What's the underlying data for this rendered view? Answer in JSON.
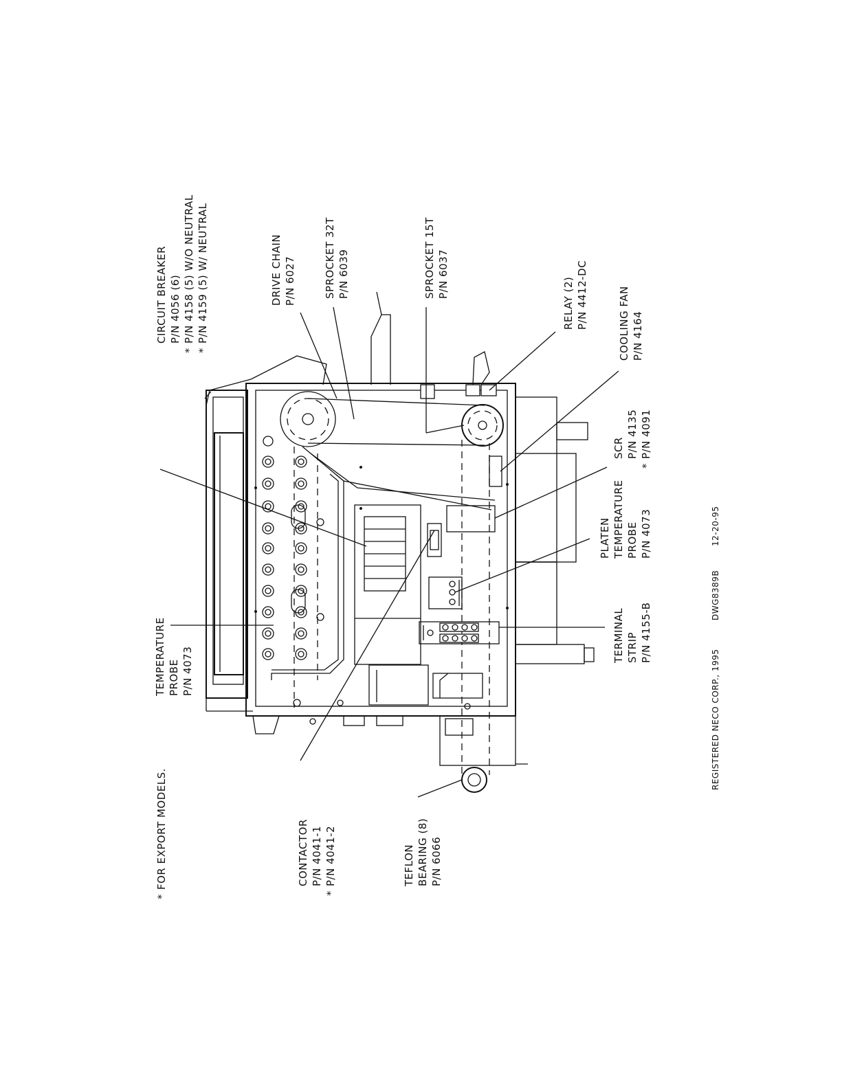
{
  "labels": {
    "circuit_breaker": [
      "CIRCUIT BREAKER",
      "P/N 4056 (6)",
      "P/N 4158 (5) W/O NEUTRAL",
      "P/N 4159 (5) W/ NEUTRAL"
    ],
    "drive_chain": [
      "DRIVE CHAIN",
      "P/N 6027"
    ],
    "sprocket_32t": [
      "SPROCKET 32T",
      "P/N 6039"
    ],
    "sprocket_15t": [
      "SPROCKET 15T",
      "P/N 6037"
    ],
    "relay": [
      "RELAY (2)",
      "P/N 4412-DC"
    ],
    "cooling_fan": [
      "COOLING FAN",
      "P/N 4164"
    ],
    "scr": [
      "SCR",
      "P/N 4135",
      "P/N 4091"
    ],
    "platen_probe": [
      "PLATEN",
      "TEMPERATURE",
      "PROBE",
      "P/N 4073"
    ],
    "terminal_strip": [
      "TERMINAL",
      "STRIP",
      "P/N 4155-B"
    ],
    "temperature_probe": [
      "TEMPERATURE",
      "PROBE",
      "P/N 4073"
    ],
    "contactor": [
      "CONTACTOR",
      "P/N 4041-1",
      "P/N 4041-2"
    ],
    "teflon_bearing": [
      "TEFLON",
      "BEARING (8)",
      "P/N 6066"
    ]
  },
  "export_note": "FOR EXPORT MODELS.",
  "asterisk": "*",
  "footer": {
    "copyright": "REGISTERED NECO CORP., 1995",
    "drawing_number": "DWG8389B",
    "date": "12-20-95"
  }
}
